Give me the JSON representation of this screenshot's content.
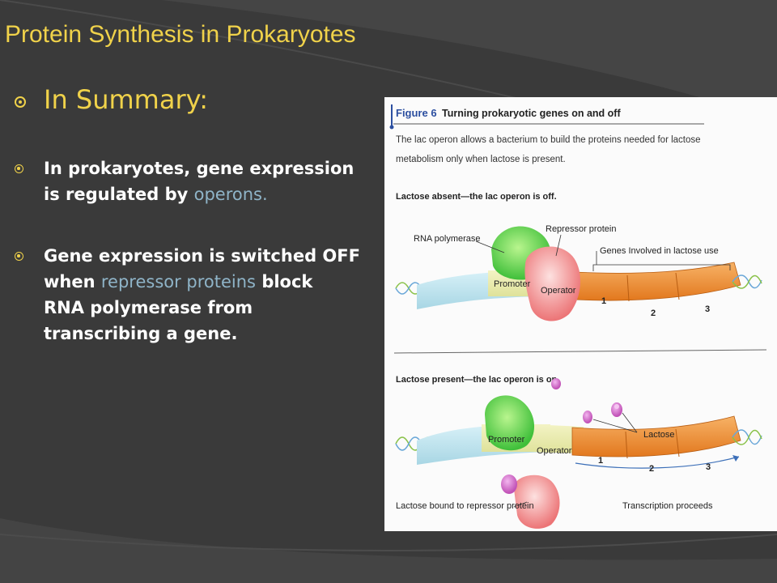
{
  "slide": {
    "title": "Protein Synthesis in Prokaryotes",
    "summary_heading": "In Summary:",
    "bullets": [
      {
        "line1": "In prokaryotes, gene expression",
        "line2_prefix": "is regulated by ",
        "line2_highlight": "operons."
      },
      {
        "line1": "Gene expression is switched OFF",
        "line2_prefix": "when ",
        "line2_highlight": "repressor proteins",
        "line2_suffix": " block",
        "line3": "RNA polymerase from",
        "line4": "transcribing a gene."
      }
    ],
    "colors": {
      "background": "#3a3a3a",
      "title": "#f0d24a",
      "highlight": "#8fb4c8",
      "body_text": "#ffffff"
    }
  },
  "figure": {
    "number": "Figure 6",
    "heading": "Turning prokaryotic genes on and off",
    "caption_line1": "The lac operon allows a bacterium to build the proteins needed for lactose",
    "caption_line2": "metabolism only when lactose is present.",
    "panel_off": {
      "label": "Lactose absent—the lac operon is off.",
      "rna_polymerase": "RNA polymerase",
      "repressor": "Repressor protein",
      "genes": "Genes Involved in lactose use",
      "promoter": "Promoter",
      "operator": "Operator",
      "gene1": "1",
      "gene2": "2",
      "gene3": "3"
    },
    "panel_on": {
      "label": "Lactose present—the lac operon is on.",
      "promoter": "Promoter",
      "operator": "Operator",
      "lactose": "Lactose",
      "gene1": "1",
      "gene2": "2",
      "gene3": "3",
      "bound": "Lactose bound to repressor protein",
      "transcription": "Transcription proceeds"
    }
  }
}
